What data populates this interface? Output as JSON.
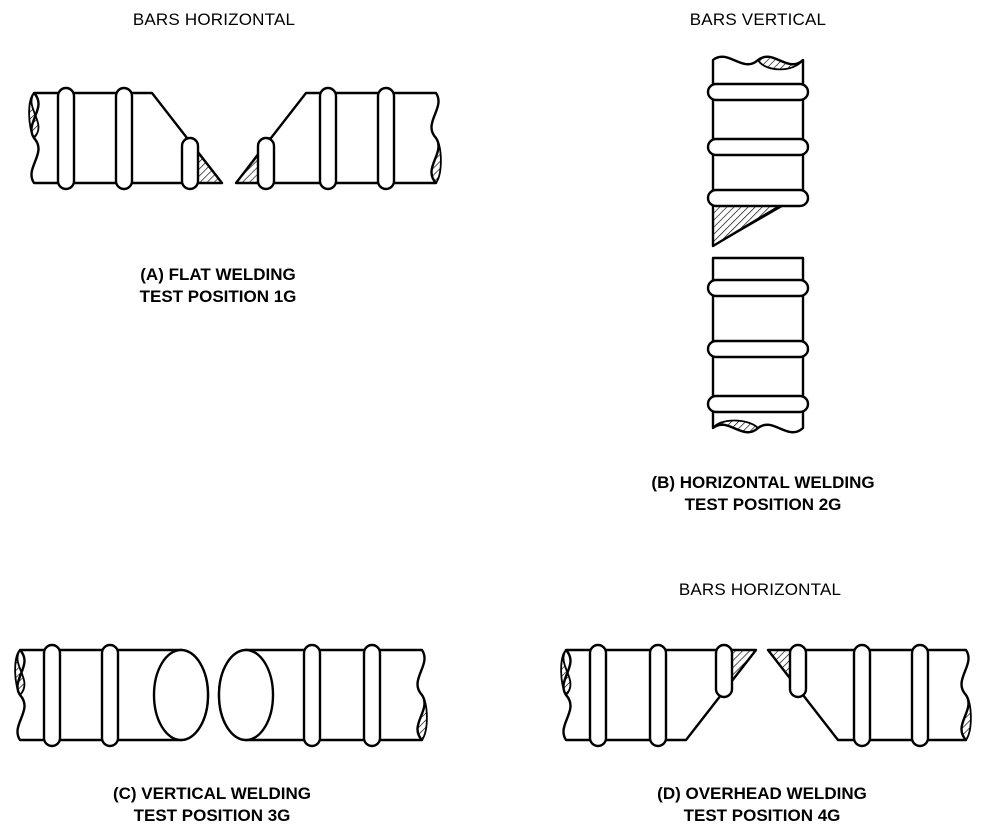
{
  "colors": {
    "line": "#000000",
    "background": "#ffffff"
  },
  "panel_a": {
    "heading": "BARS HORIZONTAL",
    "caption_line1": "(A) FLAT WELDING",
    "caption_line2": "TEST POSITION 1G"
  },
  "panel_b": {
    "heading": "BARS VERTICAL",
    "caption_line1": "(B) HORIZONTAL WELDING",
    "caption_line2": "TEST POSITION 2G"
  },
  "panel_c": {
    "caption_line1": "(C) VERTICAL WELDING",
    "caption_line2": "TEST POSITION 3G"
  },
  "panel_d": {
    "heading": "BARS HORIZONTAL",
    "caption_line1": "(D) OVERHEAD WELDING",
    "caption_line2": "TEST POSITION 4G"
  }
}
